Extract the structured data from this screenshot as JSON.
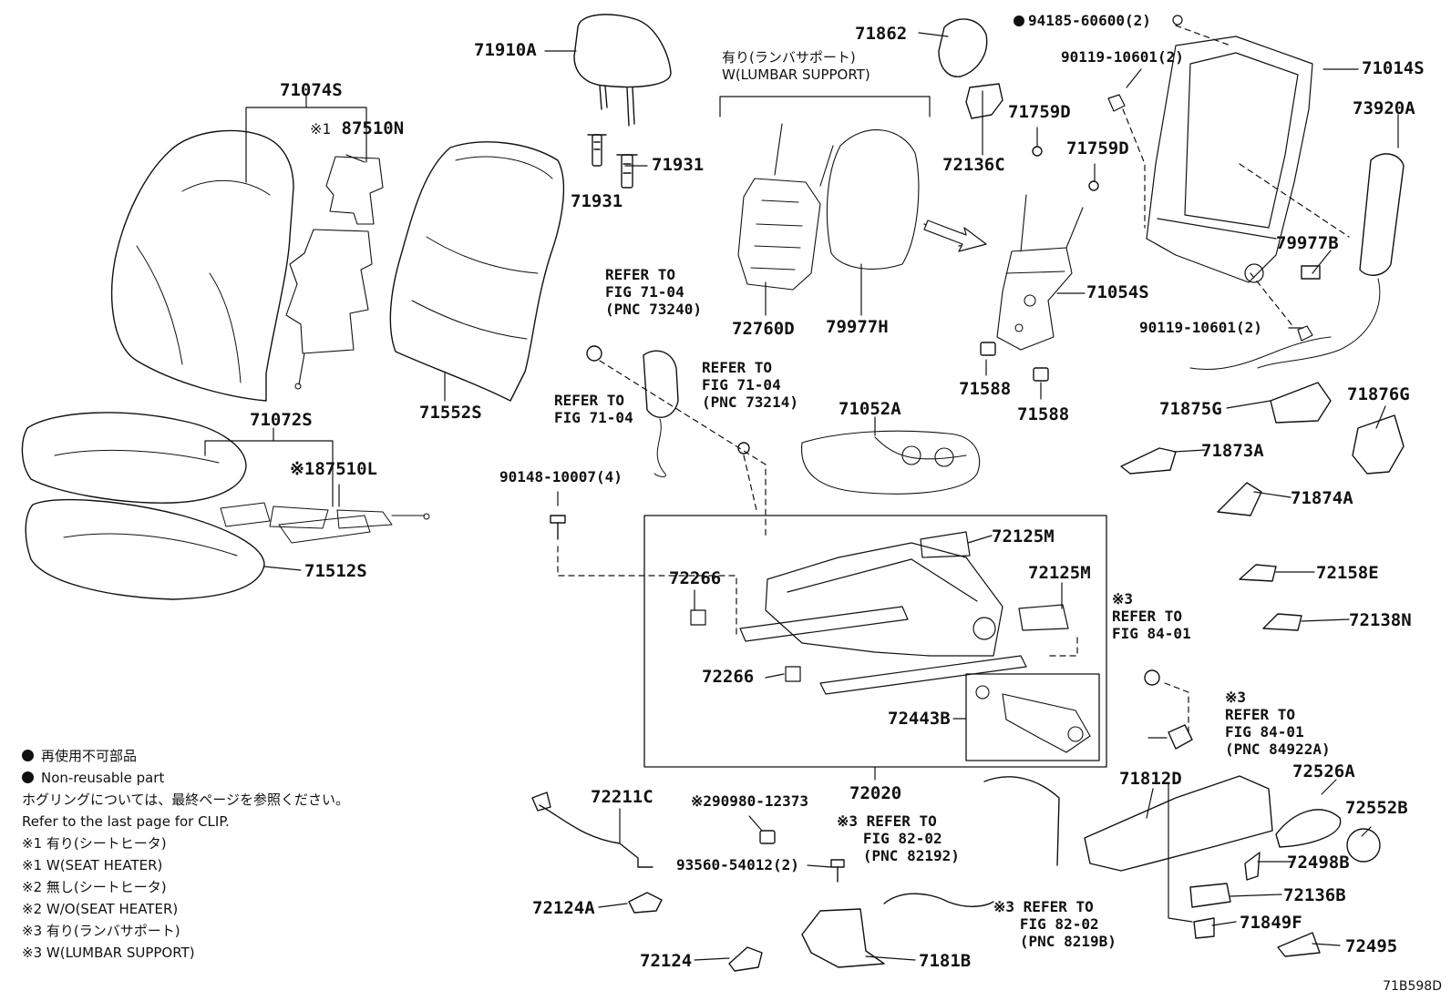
{
  "labels": {
    "p71910A": "71910A",
    "p71862": "71862",
    "p94185": "94185-60600(2)",
    "p71074S": "71074S",
    "p87510N_mark": "※1",
    "p87510N": "87510N",
    "p71931a": "71931",
    "p71931b": "71931",
    "p72136C": "72136C",
    "p71759Da": "71759D",
    "p71759Db": "71759D",
    "p90119a": "90119-10601(2)",
    "p71014S": "71014S",
    "p73920A": "73920A",
    "p79977B": "79977B",
    "p90119b": "90119-10601(2)",
    "p72760D": "72760D",
    "p79977H": "79977H",
    "p71054S": "71054S",
    "p71588a": "71588",
    "p71588b": "71588",
    "p71552S": "71552S",
    "p71072S": "71072S",
    "p87510L": "※187510L",
    "p71512S": "71512S",
    "p71052A": "71052A",
    "p90148": "90148-10007(4)",
    "p71875G": "71875G",
    "p71876G": "71876G",
    "p71873A": "71873A",
    "p71874A": "71874A",
    "p72158E": "72158E",
    "p72138N": "72138N",
    "p72125Ma": "72125M",
    "p72125Mb": "72125M",
    "p72266a": "72266",
    "p72266b": "72266",
    "p72443B": "72443B",
    "p72020": "72020",
    "p72211C": "72211C",
    "p90980": "※290980-12373",
    "p93560": "93560-54012(2)",
    "p72124A": "72124A",
    "p72124": "72124",
    "p7181B": "7181B",
    "p71812D": "71812D",
    "p72526A": "72526A",
    "p72552B": "72552B",
    "p72498B": "72498B",
    "p72136B": "72136B",
    "p71849F": "71849F",
    "p72495": "72495"
  },
  "lumbar_header": [
    "有り(ランバサポート)",
    "W(LUMBAR SUPPORT)"
  ],
  "refs": {
    "r73240": "REFER TO\nFIG 71-04\n(PNC 73240)",
    "r7104": "REFER TO\nFIG 71-04",
    "r73214": "REFER TO\nFIG 71-04\n(PNC 73214)",
    "r8401a": "※3\nREFER TO\nFIG 84-01",
    "r8401b": "※3\nREFER TO\nFIG 84-01\n(PNC 84922A)",
    "r82192": "※3 REFER TO\n   FIG 82-02\n   (PNC 82192)",
    "r8219B": "※3 REFER TO\n   FIG 82-02\n   (PNC 8219B)"
  },
  "legend": {
    "line1": "再使用不可部品",
    "line2": "Non-reusable part",
    "line3": "ホグリングについては、最終ページを参照ください。",
    "line4": "Refer to the last page for CLIP.",
    "line5": "※1 有り(シートヒータ)",
    "line6": "※1 W(SEAT HEATER)",
    "line7": "※2 無し(シートヒータ)",
    "line8": "※2 W/O(SEAT HEATER)",
    "line9": "※3 有り(ランバサポート)",
    "line10": "※3 W(LUMBAR SUPPORT)"
  },
  "diagram_code": "71B598D"
}
